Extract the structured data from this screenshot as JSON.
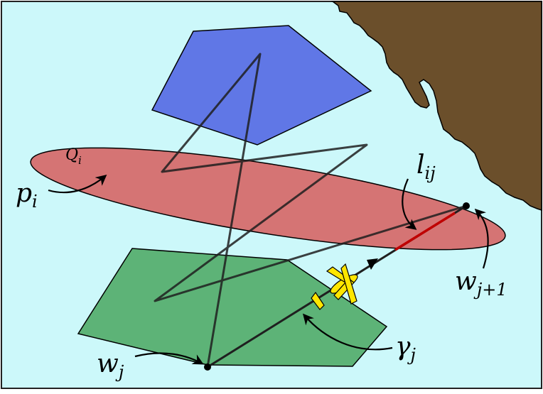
{
  "colors": {
    "sea": "#ccf8fa",
    "land": "#6b4f2b",
    "region_blue": "#6077e6",
    "region_red": "#d66868",
    "region_green": "#5db377",
    "path_line": "#1f1f1f",
    "path_segment_highlight": "#c00000",
    "aircraft": "#ffe600"
  },
  "labels": {
    "q_i": {
      "main": "Q",
      "sub": "i"
    },
    "p_i": {
      "main": "p",
      "sub": "i"
    },
    "l_ij": {
      "main": "l",
      "sub": "ij"
    },
    "w_j1": {
      "main": "w",
      "sub": "j+1"
    },
    "w_j": {
      "main": "w",
      "sub": "j"
    },
    "gamma_j": {
      "main": "γ",
      "sub": "j"
    }
  },
  "icons": {
    "aircraft": "aircraft-icon",
    "waypoint": "waypoint-dot-icon"
  }
}
